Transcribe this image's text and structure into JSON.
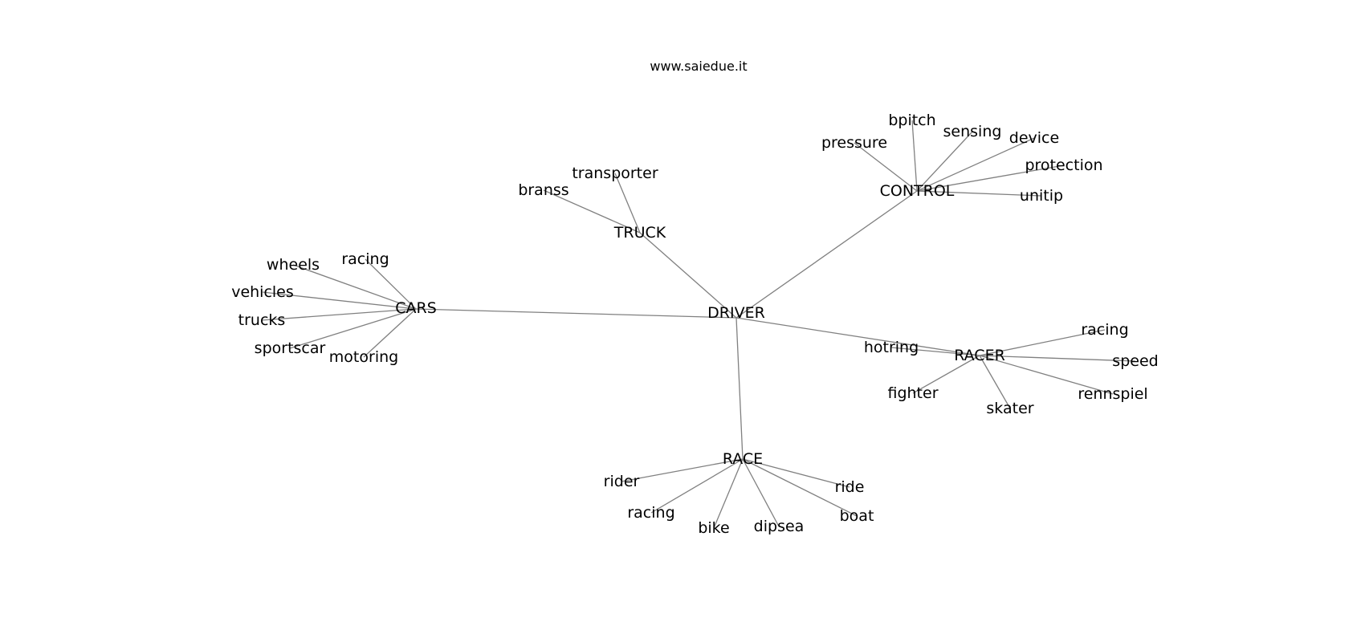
{
  "diagram": {
    "watermark": "www.saiedue.it",
    "center": "DRIVER",
    "branches": [
      {
        "label": "CONTROL",
        "leaves": [
          "pressure",
          "bpitch",
          "sensing",
          "device",
          "protection",
          "unitip"
        ]
      },
      {
        "label": "TRUCK",
        "leaves": [
          "branss",
          "transporter"
        ]
      },
      {
        "label": "CARS",
        "leaves": [
          "racing",
          "wheels",
          "vehicles",
          "trucks",
          "sportscar",
          "motoring"
        ]
      },
      {
        "label": "RACER",
        "leaves": [
          "hotring",
          "racing",
          "speed",
          "rennspiel",
          "skater",
          "fighter"
        ]
      },
      {
        "label": "RACE",
        "leaves": [
          "rider",
          "racing",
          "bike",
          "dipsea",
          "boat",
          "ride"
        ]
      }
    ]
  }
}
